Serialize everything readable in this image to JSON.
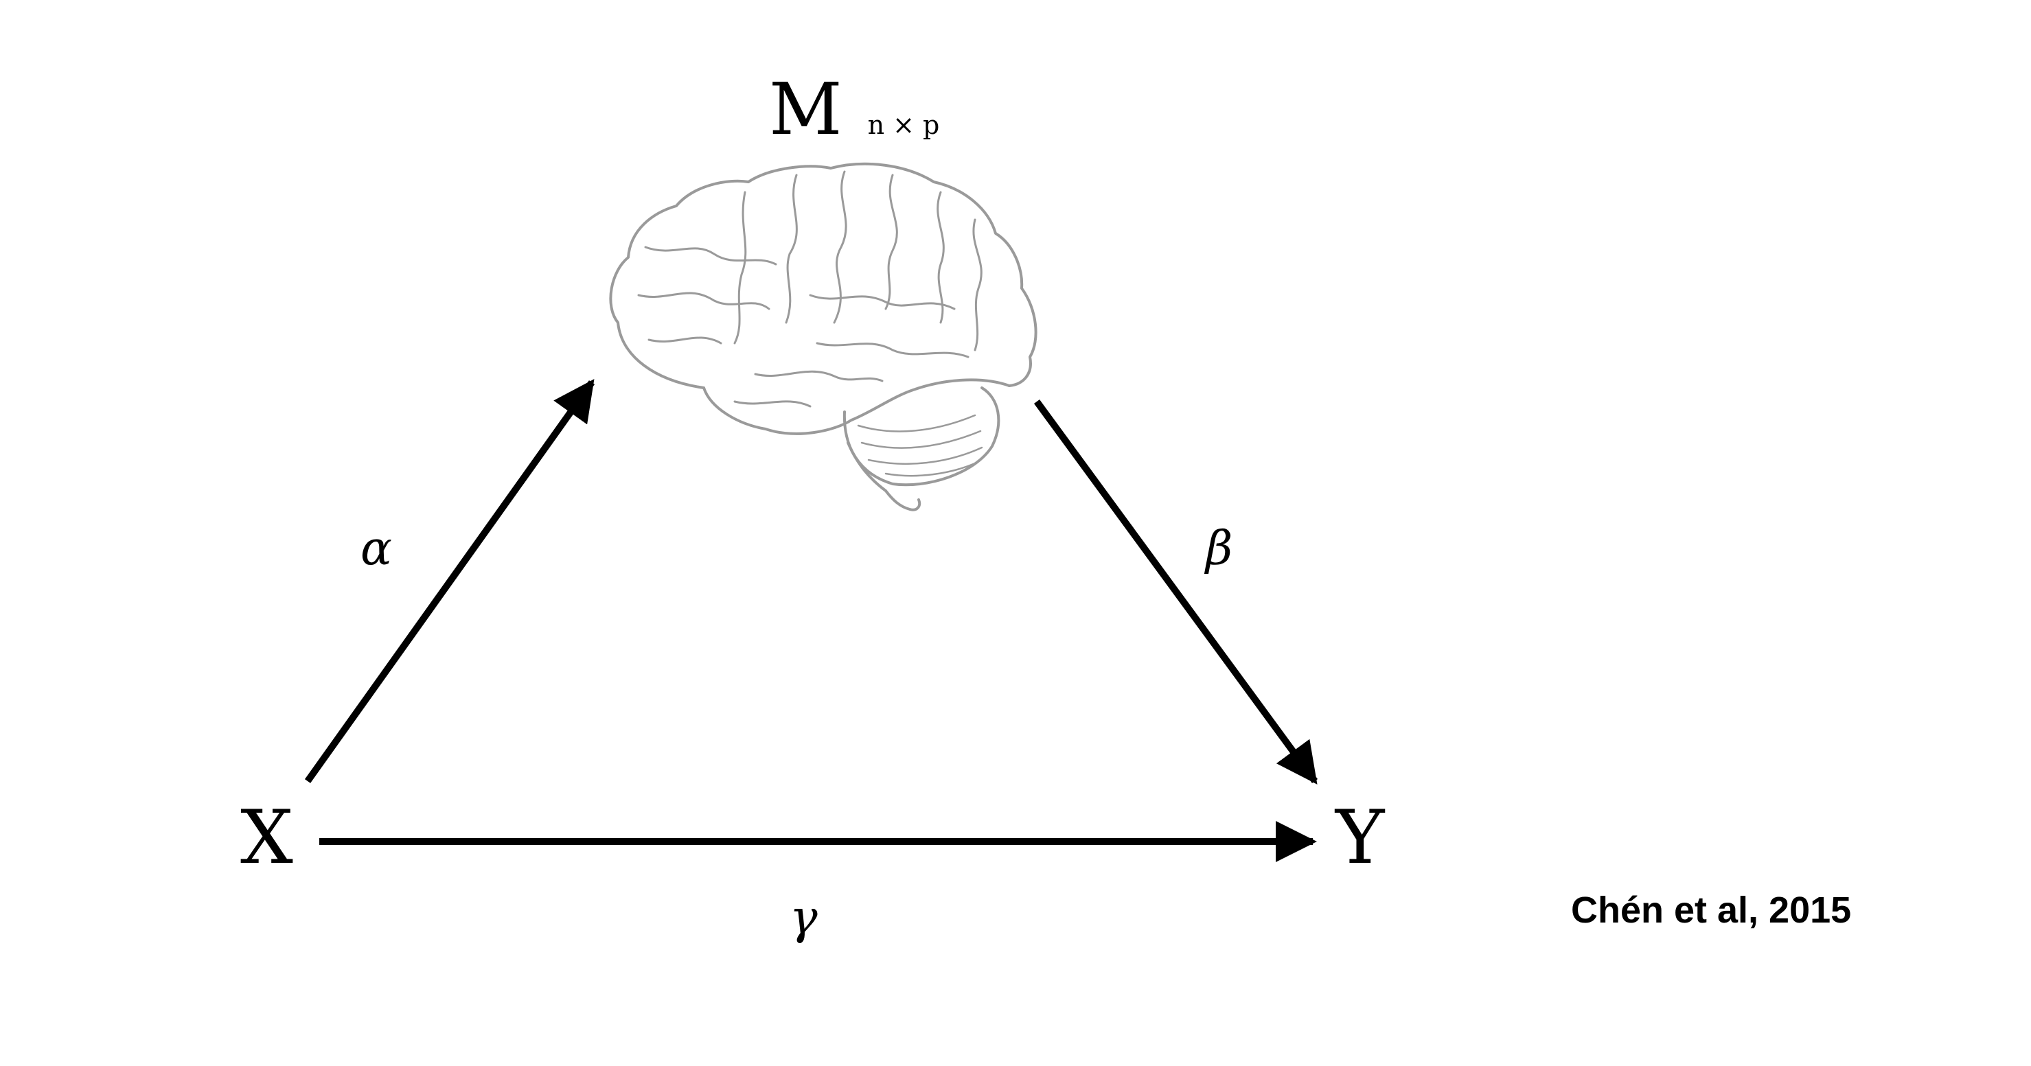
{
  "diagram": {
    "mediator": {
      "symbol": "M",
      "subscript": "n × p",
      "icon": "brain-icon"
    },
    "nodes": {
      "x": "X",
      "y": "Y"
    },
    "paths": {
      "alpha": "α",
      "beta": "β",
      "gamma": "γ"
    },
    "citation": "Chén et al, 2015",
    "colors": {
      "arrow": "#000000",
      "brain_stroke": "#9a9a9a",
      "text": "#000000"
    }
  }
}
